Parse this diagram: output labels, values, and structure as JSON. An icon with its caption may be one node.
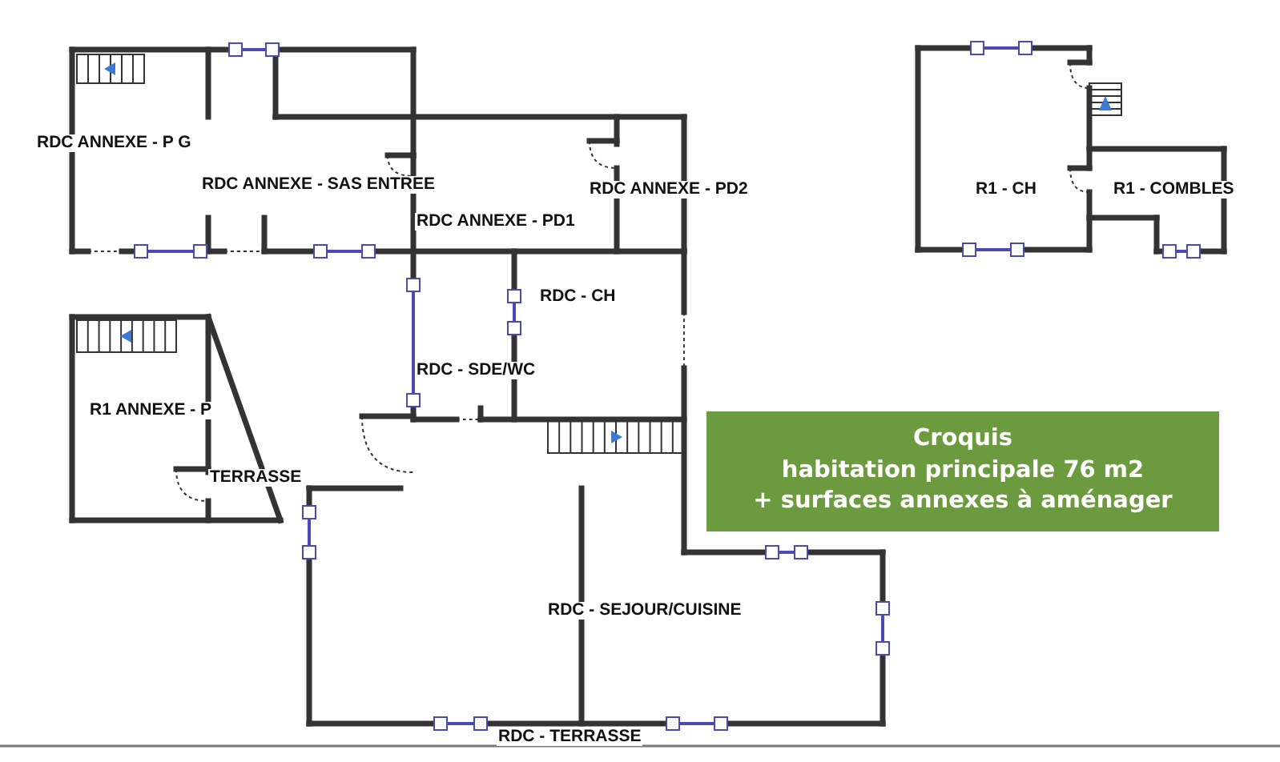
{
  "diagram": {
    "nodes": [
      {
        "text": [
          "Croquis",
          "habitation principale 76 m2",
          "+ surfaces annexes à aménager"
        ]
      }
    ],
    "edges": [],
    "labels": [
      "RDC ANNEXE - P G",
      "RDC ANNEXE - SAS ENTREE",
      "RDC ANNEXE - PD2",
      "RDC ANNEXE - PD1",
      "R1 - CH",
      "R1 - COMBLES",
      "RDC - CH",
      "R1 ANNEXE - P",
      "RDC - SDE/WC",
      "TERRASSE",
      "RDC - SEJOUR/CUISINE",
      "RDC - TERRASSE"
    ]
  }
}
